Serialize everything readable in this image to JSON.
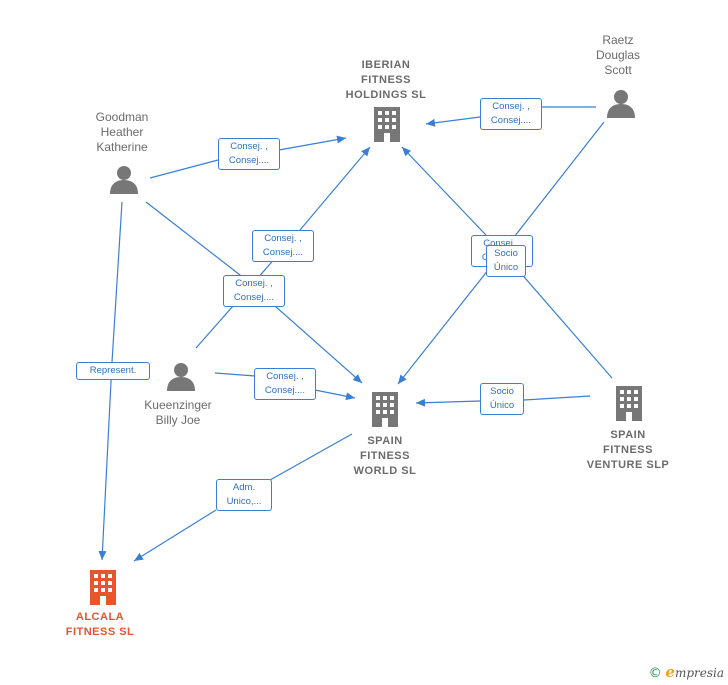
{
  "nodes": {
    "iberian": {
      "label": "IBERIAN\nFITNESS\nHOLDINGS  SL"
    },
    "spain_world": {
      "label": "SPAIN\nFITNESS\nWORLD  SL"
    },
    "spain_venture": {
      "label": "SPAIN\nFITNESS\nVENTURE SLP"
    },
    "alcala": {
      "label": "ALCALA\nFITNESS  SL"
    },
    "goodman": {
      "label": "Goodman\nHeather\nKatherine"
    },
    "raetz": {
      "label": "Raetz\nDouglas\nScott"
    },
    "kueenzinger": {
      "label": "Kueenzinger\nBilly Joe"
    }
  },
  "edges": {
    "goodman_iberian": "Consej. ,\nConsej....",
    "raetz_iberian": "Consej. ,\nConsej....",
    "kueen_iberian": "Consej. ,\nConsej....",
    "goodman_world": "Consej. ,\nConsej....",
    "kueen_world": "Consej. ,\nConsej....",
    "raetz_world": "Consej. ,\nConsej....",
    "venture_iberian": "Socio\nÚnico",
    "venture_world": "Socio\nÚnico",
    "goodman_alcala": "Represent.",
    "world_alcala": "Adm.\nUnico,..."
  },
  "brand": {
    "copyright": "©",
    "initial": "e",
    "name": "mpresia"
  },
  "colors": {
    "edge": "#3a7fd5",
    "node": "#777777",
    "highlight": "#e8542c"
  }
}
